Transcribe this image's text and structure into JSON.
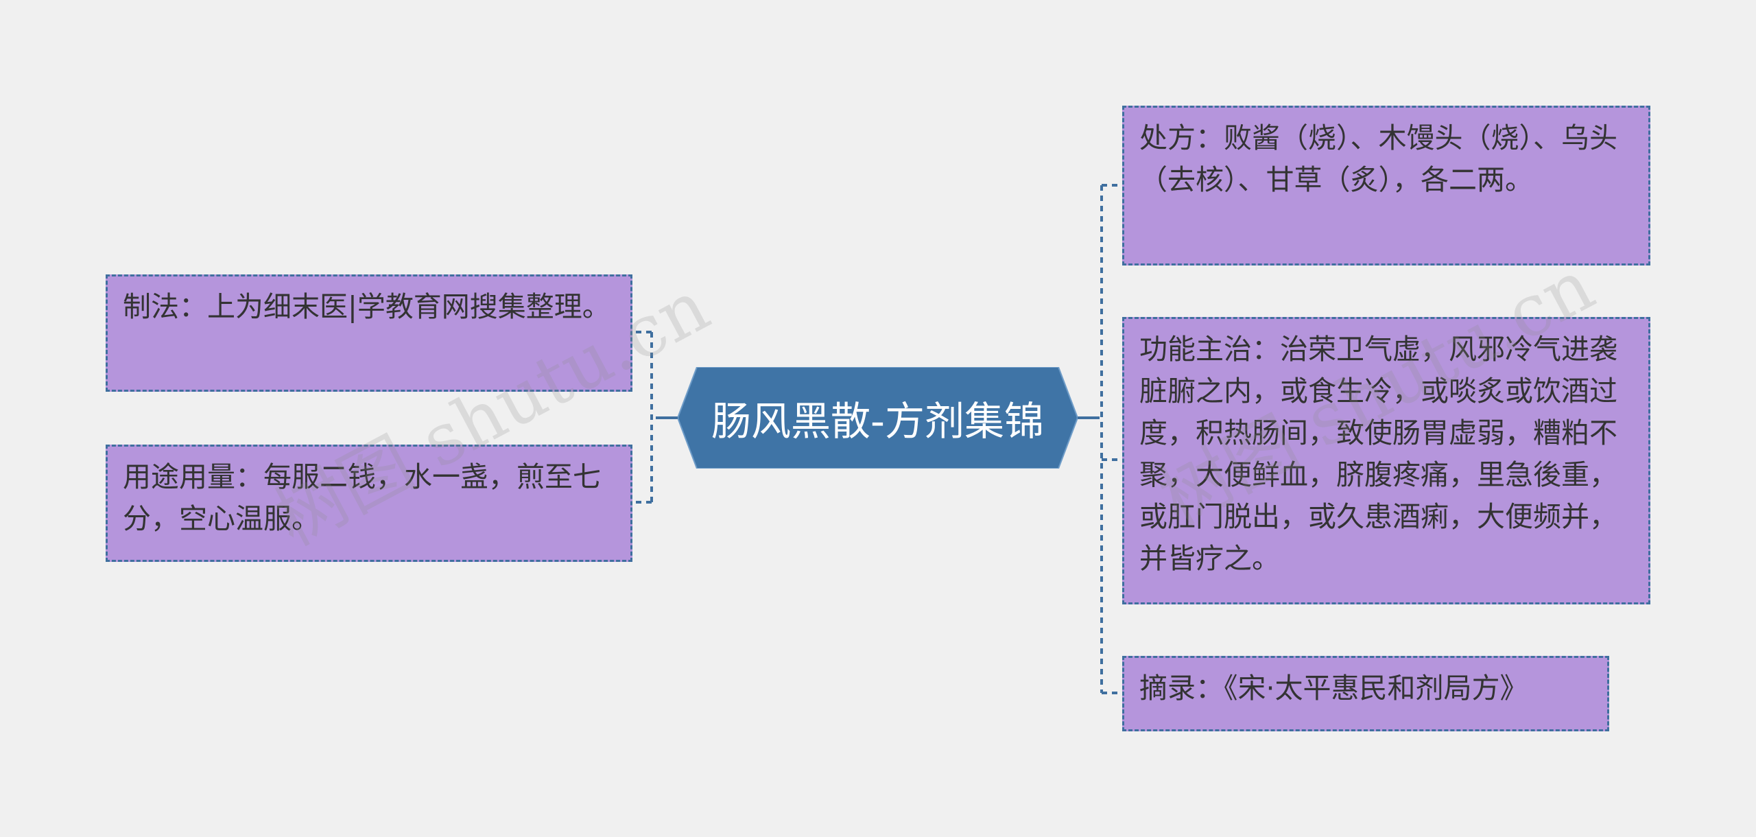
{
  "colors": {
    "background": "#f0f0f0",
    "node_fill": "#b595dc",
    "node_border": "#3f6f9f",
    "center_fill": "#3f74a6",
    "connector": "#3f6f9f"
  },
  "center": {
    "label": "肠风黑散-方剂集锦"
  },
  "left_nodes": [
    {
      "text": "制法：上为细末医|学教育网搜集整理。"
    },
    {
      "text": "用途用量：每服二钱，水一盏，煎至七分，空心温服。"
    }
  ],
  "right_nodes": [
    {
      "text": "处方：败酱（烧）、木馒头（烧）、乌头（去核）、甘草（炙），各二两。"
    },
    {
      "text": "功能主治：治荣卫气虚，风邪冷气进袭脏腑之内，或食生冷，或啖炙或饮酒过度，积热肠间，致使肠胃虚弱，糟粕不聚，大便鲜血，脐腹疼痛，里急後重，或肛门脱出，或久患酒痢，大便频并，并皆疗之。"
    },
    {
      "text": "摘录：《宋·太平惠民和剂局方》"
    }
  ],
  "watermarks": [
    "树图 shutu.cn",
    "树图 shutu.cn"
  ]
}
